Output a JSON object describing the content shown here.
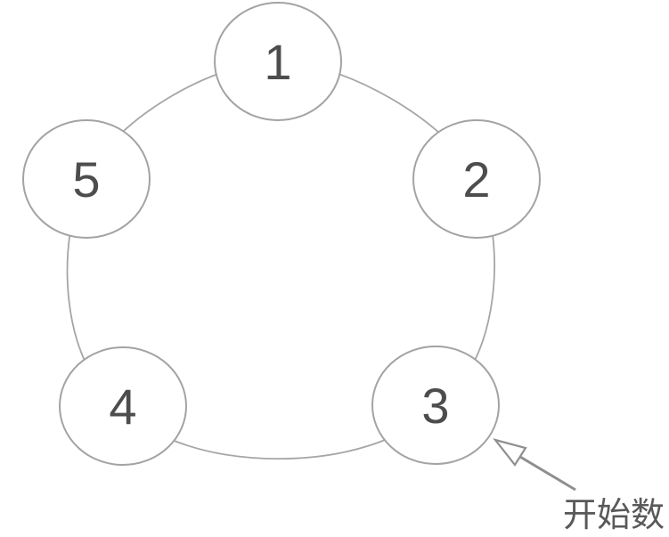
{
  "diagram": {
    "nodes": [
      {
        "label": "1"
      },
      {
        "label": "2"
      },
      {
        "label": "3"
      },
      {
        "label": "4"
      },
      {
        "label": "5"
      }
    ],
    "annotation": {
      "label": "开始数",
      "target_node": "3"
    },
    "colors": {
      "background": "#ffffff",
      "ring_stroke": "#a6a6a6",
      "node_stroke": "#a3a3a3",
      "node_fill": "#ffffff",
      "number_text": "#4d4d4d",
      "arrow": "#8f8f8f",
      "annotation_text": "#595959"
    }
  }
}
